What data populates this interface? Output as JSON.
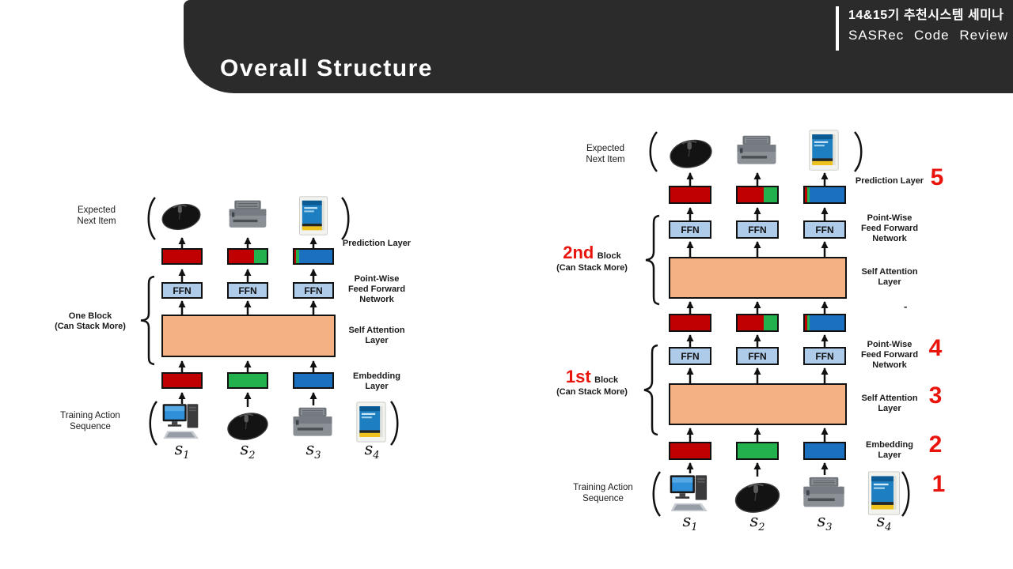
{
  "header": {
    "title": "Overall Structure",
    "seminar_line": "14&15기 추천시스템 세미나",
    "subtitle_line": "SASRec Code Review"
  },
  "colors": {
    "header_bg": "#2b2b2b",
    "accent_red": "#e9150d",
    "item_red": "#c00000",
    "item_green": "#22b14c",
    "item_blue": "#1c70c0",
    "ffn_fill": "#aecbea",
    "attention_fill": "#f4b183"
  },
  "labels": {
    "expected_lines": [
      "Expected",
      "Next Item"
    ],
    "prediction_layer": "Prediction Layer",
    "ffn": "FFN",
    "point_wise_lines": [
      "Point-Wise",
      "Feed Forward",
      "Network"
    ],
    "self_attention_lines": [
      "Self Attention",
      "Layer"
    ],
    "embedding_lines": [
      "Embedding",
      "Layer"
    ],
    "training_lines": [
      "Training Action",
      "Sequence"
    ],
    "one_block": "One Block",
    "can_stack_more": "(Can Stack More)",
    "block": "Block",
    "first_block": "1st",
    "second_block": "2nd",
    "dash": "-",
    "seq_base": "s"
  },
  "sequence": {
    "items": [
      "computer",
      "mouse",
      "printer",
      "software-box"
    ],
    "subscripts": [
      "1",
      "2",
      "3",
      "4"
    ]
  },
  "steps": [
    "1",
    "2",
    "3",
    "4",
    "5"
  ]
}
